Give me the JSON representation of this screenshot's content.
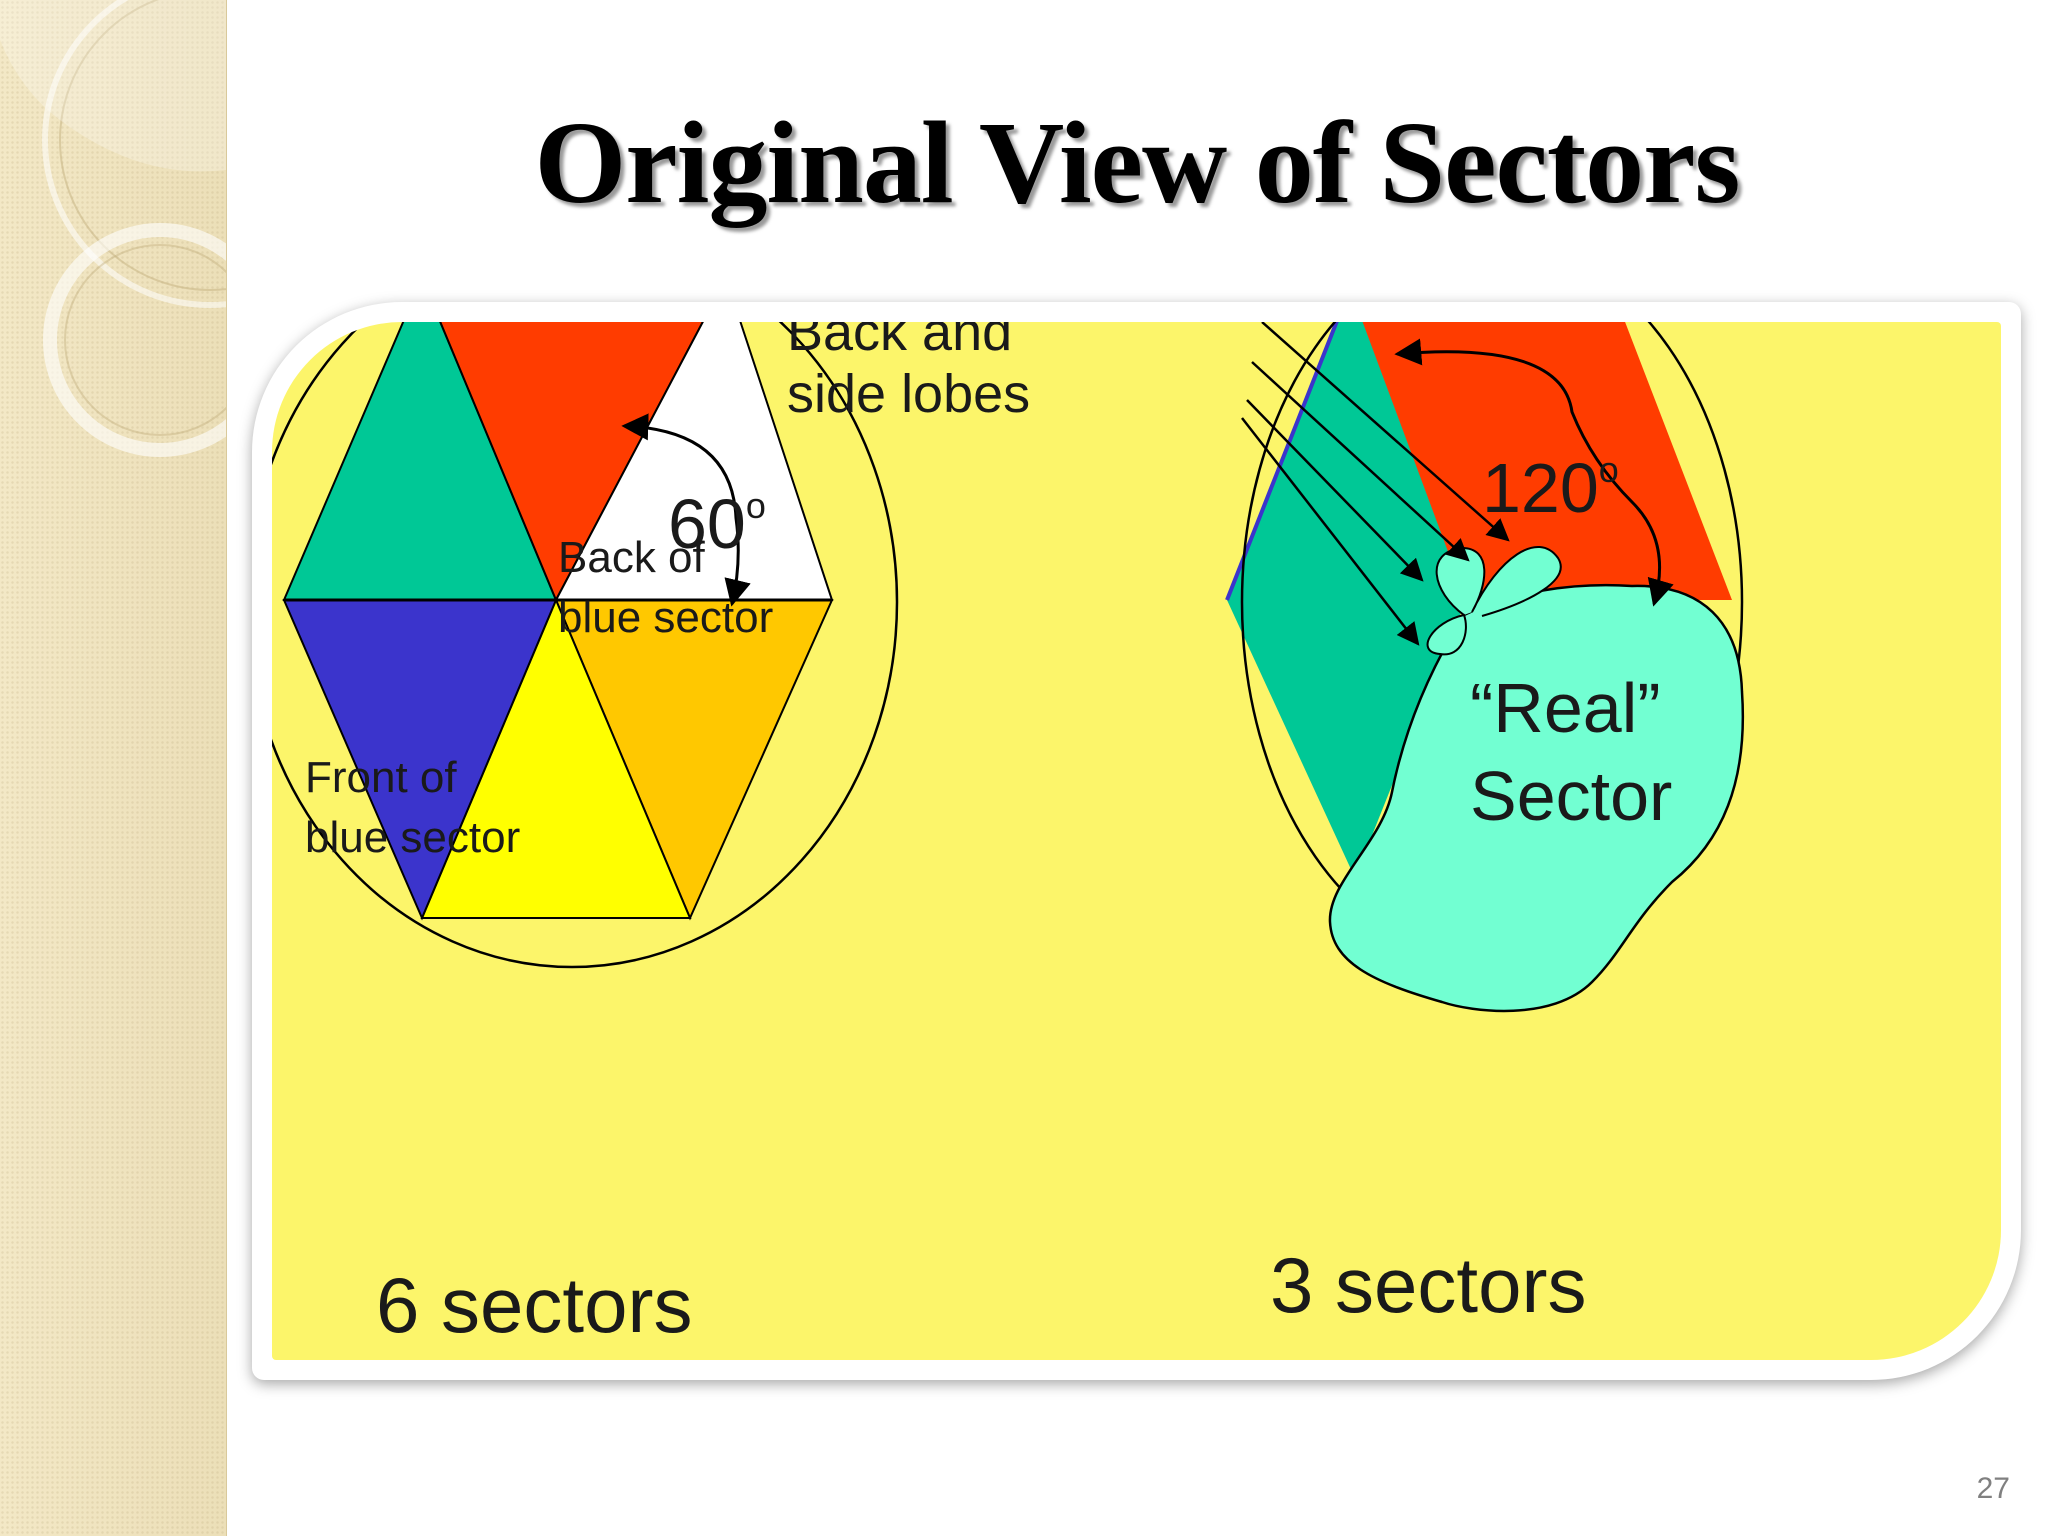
{
  "slide": {
    "title": "Original View of Sectors",
    "page_number": "27"
  },
  "diagram": {
    "left": {
      "angle_label": "60",
      "angle_unit": "o",
      "back_label_line1": "Back of",
      "back_label_line2": "blue sector",
      "front_label_line1": "Front of",
      "front_label_line2": "blue sector",
      "caption": "6 sectors",
      "sector_colors": {
        "top": "#ff3c00",
        "top_right": "#ffffff",
        "bottom_right": "#ffc800",
        "bottom": "#ffff00",
        "bottom_left": "#3b34cc",
        "top_left": "#00c896"
      }
    },
    "right": {
      "lobes_label_line1": "Back and",
      "lobes_label_line2": "side lobes",
      "angle_label": "120",
      "angle_unit": "o",
      "real_label_line1": "“Real”",
      "real_label_line2": "Sector",
      "caption": "3 sectors",
      "sector_colors": {
        "red": "#ff3c00",
        "teal": "#00c896",
        "real_blob": "#72ffd2"
      }
    },
    "background_color": "#fcf56a"
  }
}
